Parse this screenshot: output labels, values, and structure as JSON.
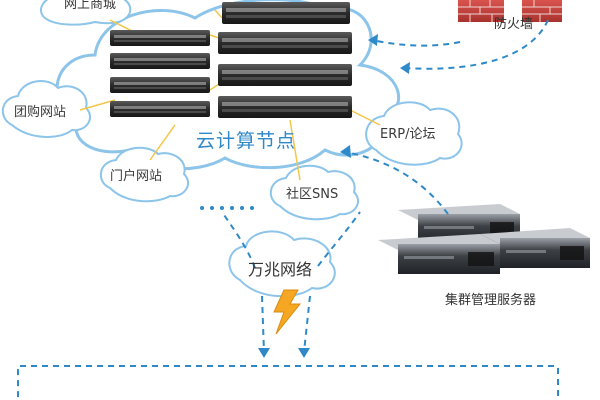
{
  "nodes": {
    "online_mall": "网上商城",
    "group_buy": "团购网站",
    "portal": "门户网站",
    "community": "社区SNS",
    "erp_forum": "ERP/论坛",
    "cloud_node": "云计算节点",
    "firewall": "防火墙",
    "network": "万兆网络",
    "cluster": "集群管理服务器"
  },
  "colors": {
    "cloud_stroke": "#8cc4ea",
    "dash_arrow": "#2f89c8",
    "connector": "#f3c64a",
    "main_label": "#2f89c8",
    "lightning": "#f5a623"
  }
}
